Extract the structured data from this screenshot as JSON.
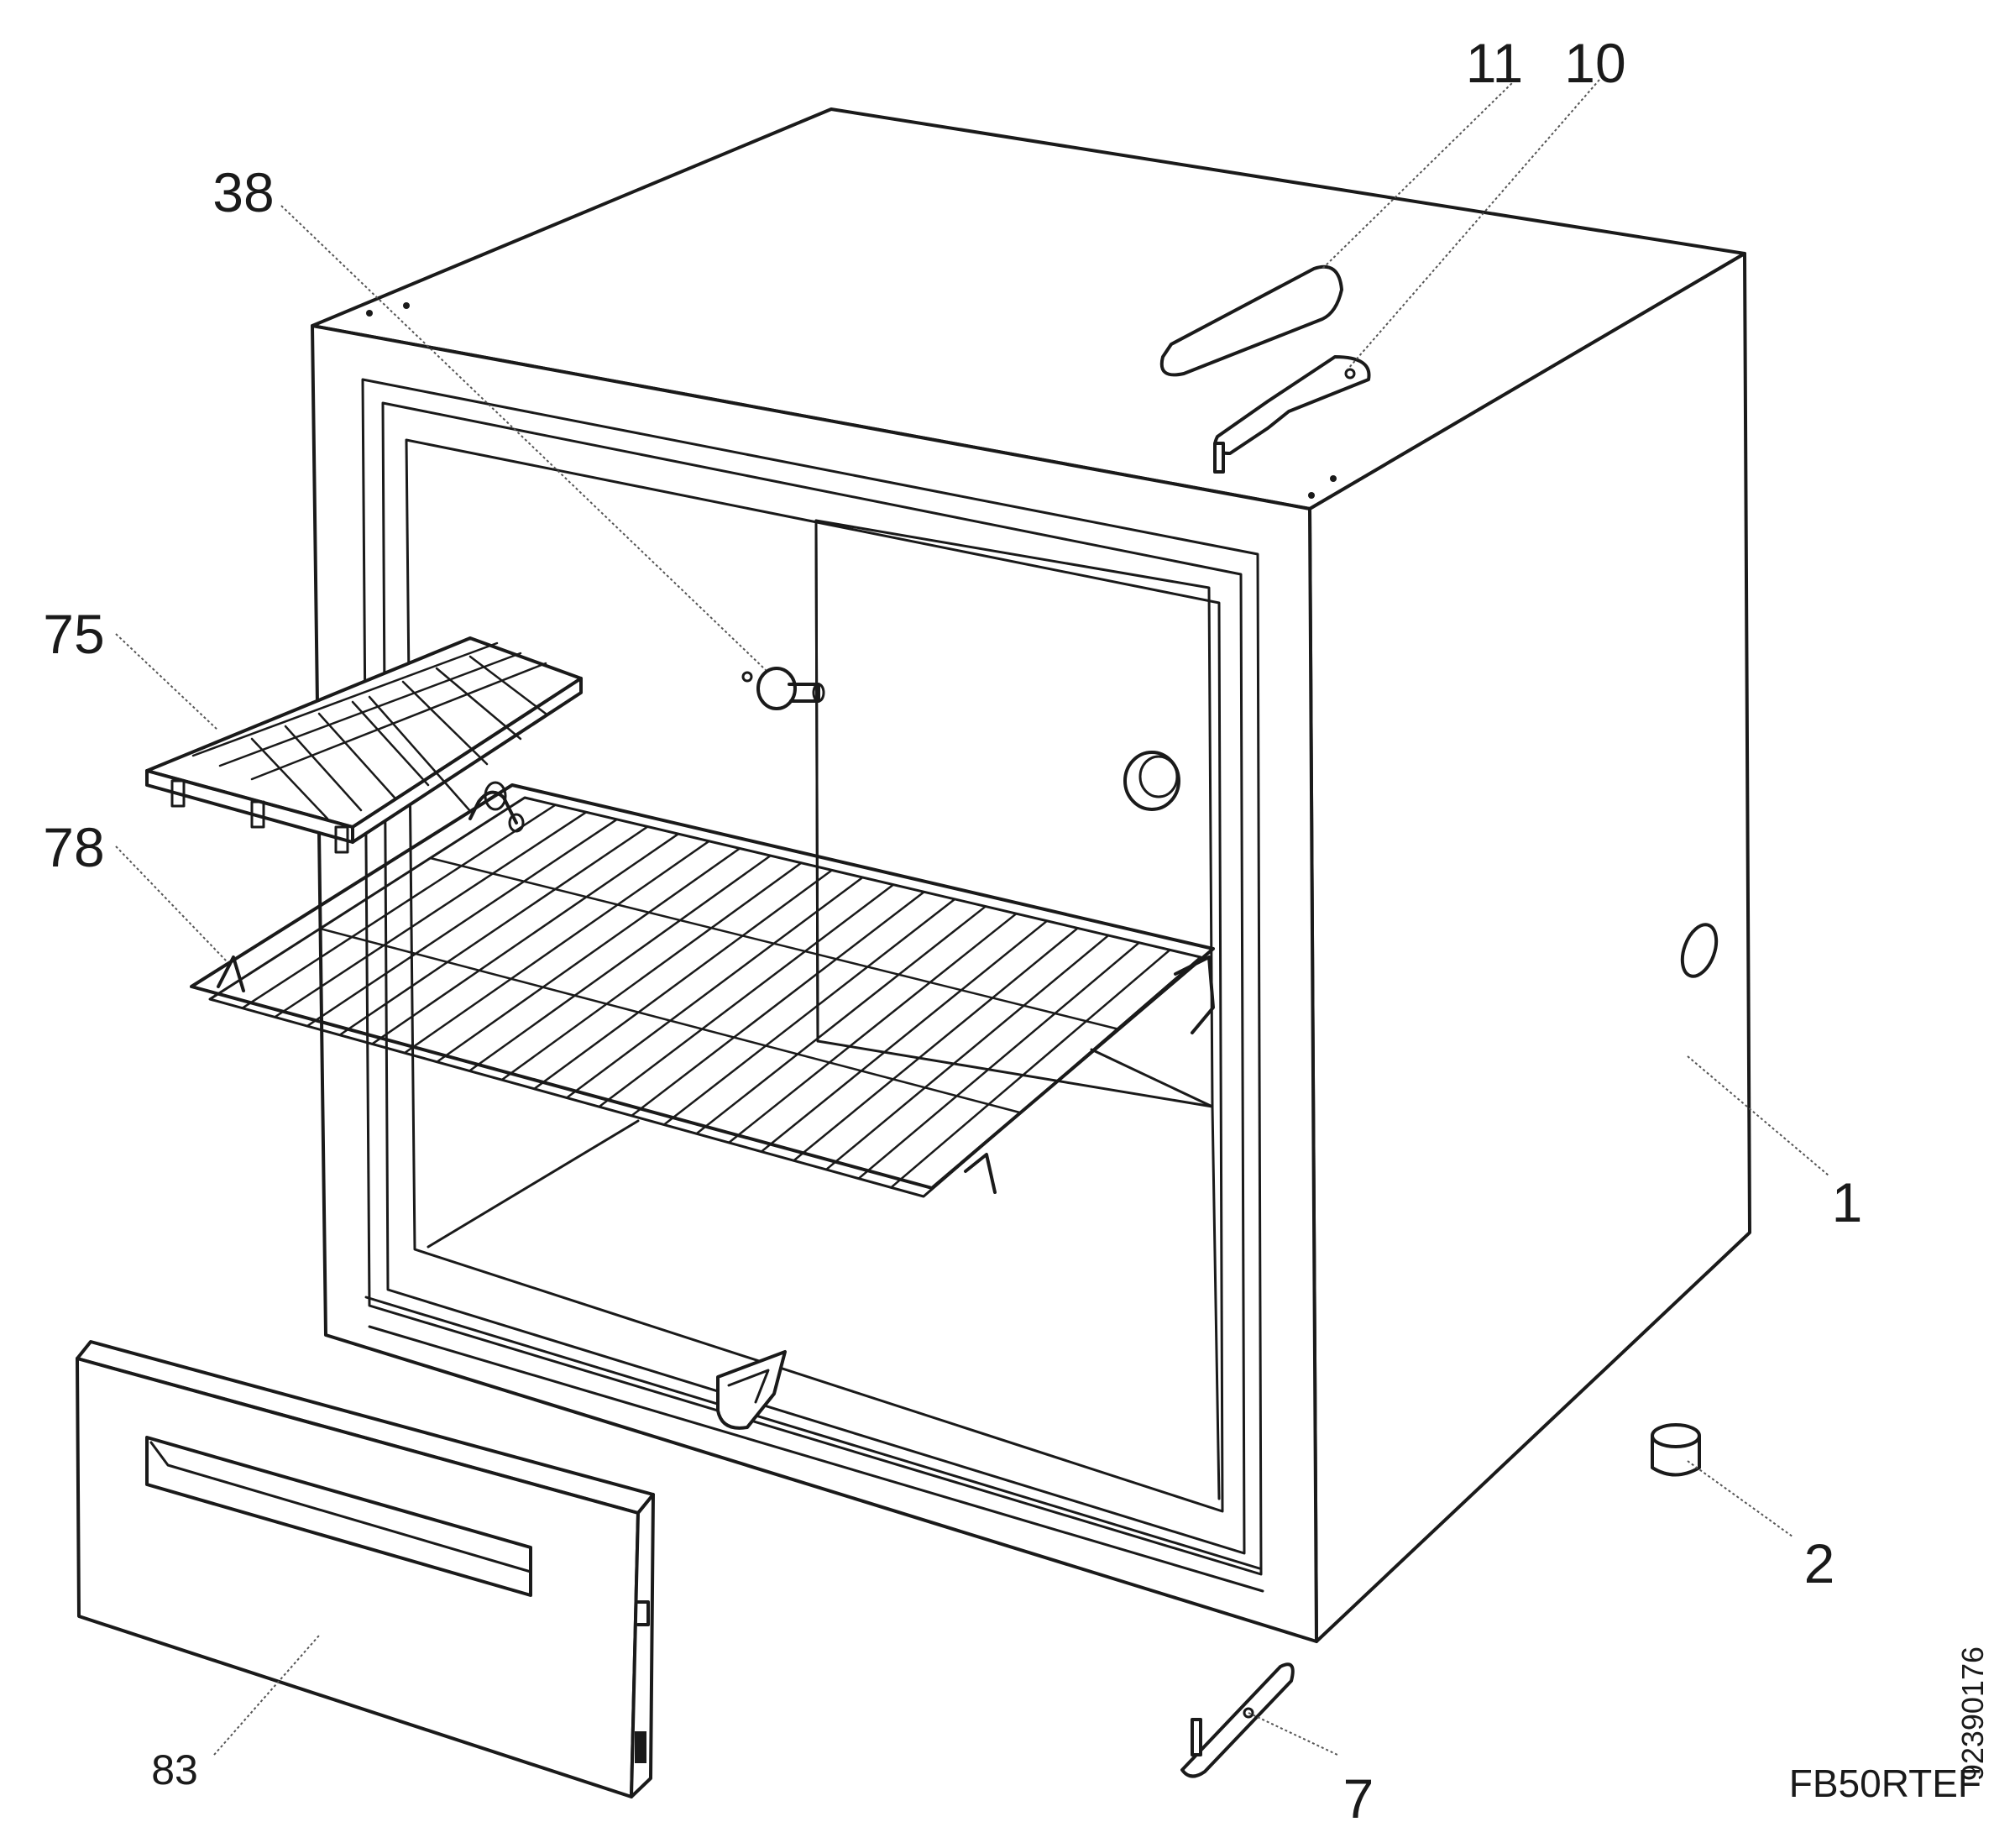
{
  "callouts": {
    "c1": "1",
    "c2": "2",
    "c7": "7",
    "c10": "10",
    "c11": "11",
    "c38": "38",
    "c75": "75",
    "c78": "78",
    "c83": "83"
  },
  "model_code": "FB50RTEF",
  "drawing_number": "92390176",
  "colors": {
    "line": "#1a1a1a",
    "background": "#ffffff"
  }
}
